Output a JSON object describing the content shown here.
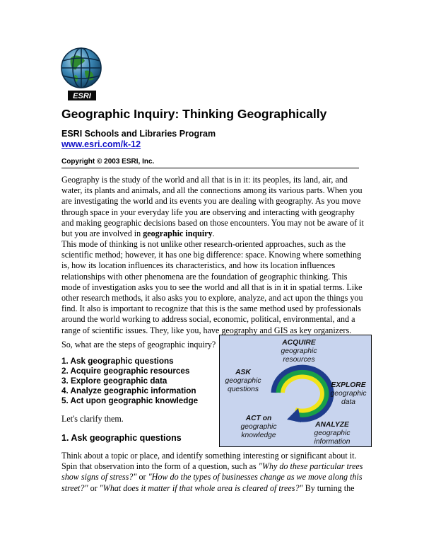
{
  "logo": {
    "text": "ESRI",
    "icon": "globe-icon"
  },
  "header": {
    "title": "Geographic Inquiry: Thinking Geographically",
    "program": "ESRI Schools and Libraries Program",
    "link": "www.esri.com/k-12",
    "copyright": "Copyright © 2003 ESRI, Inc."
  },
  "body": {
    "para1_before": "Geography is the study of the world and all that is in it: its peoples, its land, air, and water, its plants and animals, and all the connections among its various parts. When you are investigating the world and its events you are dealing with geography. As you move through space in your everyday life you are observing and interacting with geography and making geographic decisions based on those encounters. You may not be aware of it but you are involved in ",
    "para1_bold": "geographic inquiry",
    "para1_after": ".",
    "para2": "This mode of thinking is not unlike other research-oriented approaches, such as the scientific method; however, it has one big difference: space.  Knowing where something is, how its location influences its characteristics, and how its location influences relationships with other phenomena are the foundation of geographic thinking. This mode of investigation asks you to see the world and all that is in it in spatial terms. Like other research methods, it also asks you to explore, analyze, and act upon the things you find. It also is important to recognize that this is the same method used by professionals around the world working to address social, economic, political, environmental, and a range of scientific issues. They, like you, have geography and GIS as key organizers.",
    "intro": "So, what are the steps of geographic inquiry?",
    "steps": [
      "1. Ask geographic questions",
      "2. Acquire geographic resources",
      "3. Explore geographic data",
      "4. Analyze geographic information",
      "5. Act upon geographic knowledge"
    ],
    "clarify": "Let's clarify them.",
    "section_heading": "1. Ask geographic questions",
    "para3": [
      {
        "t": "Think about a topic or place, and identify something interesting or significant about it. Spin that observation into the form of a question, such as ",
        "i": false
      },
      {
        "t": "\"Why do these particular trees show signs of stress?\"",
        "i": true
      },
      {
        "t": " or ",
        "i": false
      },
      {
        "t": "\"How do the types of businesses change as we move along this street?\"",
        "i": true
      },
      {
        "t": " or ",
        "i": false
      },
      {
        "t": "\"What does it matter if that whole area is cleared of trees?\"",
        "i": true
      },
      {
        "t": " By turning the",
        "i": false
      }
    ]
  },
  "diagram": {
    "acquire": [
      "ACQUIRE",
      "geographic",
      "resources"
    ],
    "ask": [
      "ASK",
      "geographic",
      "questions"
    ],
    "explore": [
      "EXPLORE",
      "geographic",
      "data"
    ],
    "act": [
      "ACT on",
      "geographic",
      "knowledge"
    ],
    "analyze": [
      "ANALYZE",
      "geographic",
      "information"
    ],
    "colors": {
      "background": "#c8d4ee",
      "yellow": "#f2e418",
      "green": "#18a048",
      "blue": "#1e3c8c"
    }
  }
}
